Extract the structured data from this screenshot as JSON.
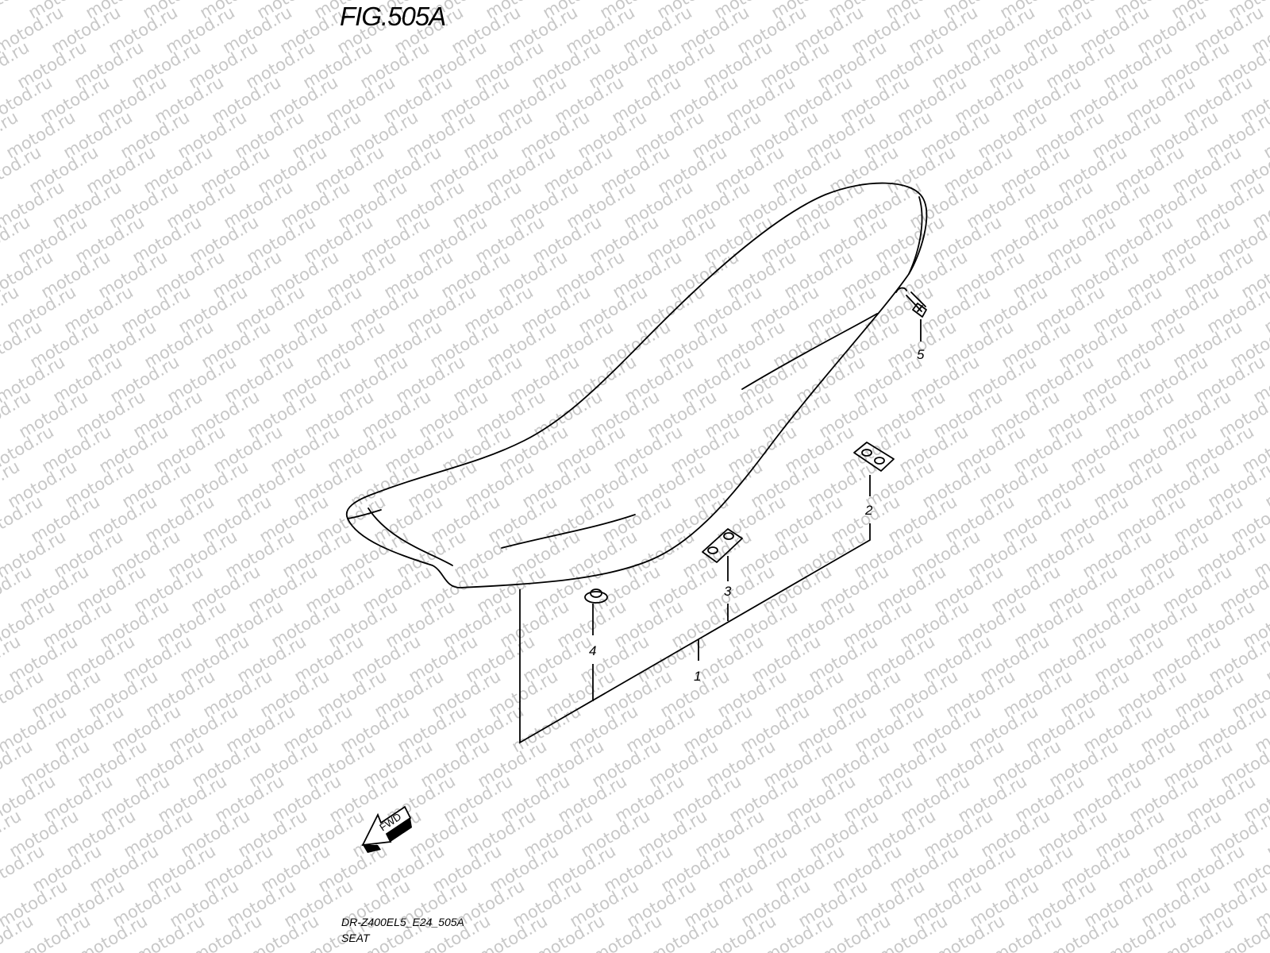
{
  "figure": {
    "title": "FIG.505A",
    "code": "DR-Z400EL5_E24_505A",
    "name": "SEAT"
  },
  "watermark": {
    "text": "motod.ru",
    "color": "#c8c8c8"
  },
  "parts": [
    {
      "number": "1",
      "part": "seat"
    },
    {
      "number": "2",
      "part": "double-hole plate"
    },
    {
      "number": "3",
      "part": "double-hole plate"
    },
    {
      "number": "4",
      "part": "grommet"
    },
    {
      "number": "5",
      "part": "bolt"
    }
  ],
  "direction": {
    "label": "FWD"
  }
}
